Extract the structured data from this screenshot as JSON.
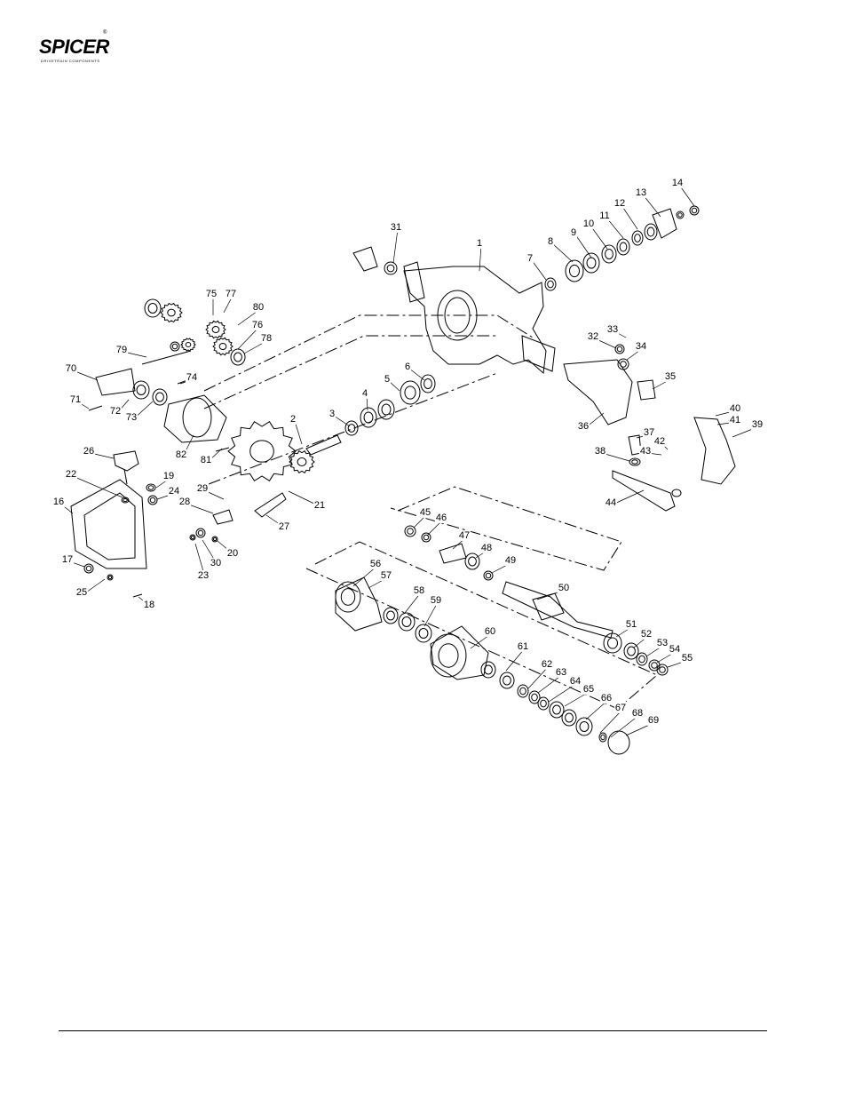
{
  "brand": {
    "name": "SPICER",
    "registered_mark": "®",
    "tagline": "DRIVETRAIN COMPONENTS"
  },
  "callouts": [
    "1",
    "2",
    "3",
    "4",
    "5",
    "6",
    "7",
    "8",
    "9",
    "10",
    "11",
    "12",
    "13",
    "14",
    "16",
    "17",
    "18",
    "19",
    "20",
    "21",
    "22",
    "23",
    "24",
    "25",
    "26",
    "27",
    "28",
    "29",
    "30",
    "31",
    "32",
    "33",
    "34",
    "35",
    "36",
    "37",
    "38",
    "39",
    "40",
    "41",
    "42",
    "43",
    "44",
    "45",
    "46",
    "47",
    "48",
    "49",
    "50",
    "51",
    "52",
    "53",
    "54",
    "55",
    "56",
    "57",
    "58",
    "59",
    "60",
    "61",
    "62",
    "63",
    "64",
    "65",
    "66",
    "67",
    "68",
    "69",
    "70",
    "71",
    "72",
    "73",
    "74",
    "75",
    "76",
    "77",
    "78",
    "79",
    "80",
    "81",
    "82"
  ]
}
